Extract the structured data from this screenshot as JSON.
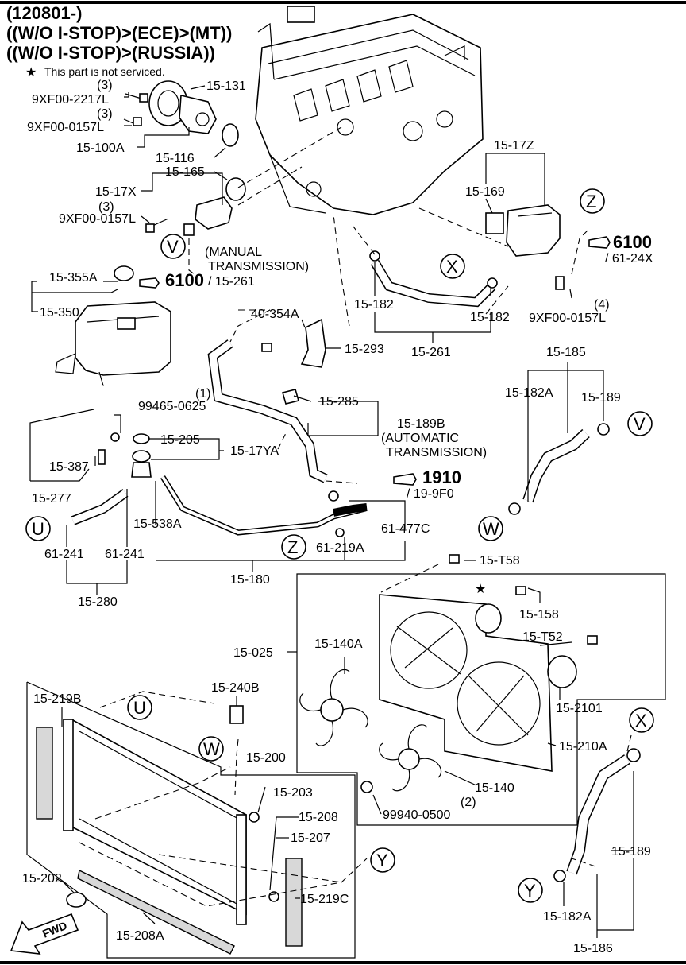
{
  "header": {
    "line1": "(120801-)",
    "line2": "((W/O I-STOP)>(ECE)>(MT))",
    "line3": "((W/O I-STOP)>(RUSSIA))",
    "note_star": "★",
    "note": "This part is not serviced."
  },
  "callouts": {
    "p15_131": "15-131",
    "q3a": "(3)",
    "p9xf_2217": "9XF00-2217L",
    "q3b": "(3)",
    "p9xf_0157a": "9XF00-0157L",
    "p15_100a": "15-100A",
    "p15_116": "15-116",
    "p15_165": "15-165",
    "p15_17x": "15-17X",
    "q3c": "(3)",
    "p9xf_0157b": "9XF00-0157L",
    "manual1": "(MANUAL",
    "manual2": "TRANSMISSION)",
    "p6100a": "6100",
    "p15_261a": "/ 15-261",
    "p15_355a": "15-355A",
    "p15_350": "15-350",
    "p15_17z": "15-17Z",
    "p15_169": "15-169",
    "p6100b": "6100",
    "p61_24x": "/ 61-24X",
    "q4": "(4)",
    "p9xf_0157c": "9XF00-0157L",
    "p15_182a": "15-182",
    "p15_182b": "15-182",
    "p15_261b": "15-261",
    "p40_354a": "40-354A",
    "p15_293": "15-293",
    "p15_185": "15-185",
    "p15_182a1": "15-182A",
    "p15_189a": "15-189",
    "p15_285": "15-285",
    "p15_189b": "15-189B",
    "auto1": "(AUTOMATIC",
    "auto2": "TRANSMISSION)",
    "q1": "(1)",
    "p99465": "99465-0625",
    "p15_205": "15-205",
    "p15_17ya": "15-17YA",
    "p15_387": "15-387",
    "p15_277": "15-277",
    "p1910": "1910",
    "p19_9f0": "/ 19-9F0",
    "p15_538a": "15-538A",
    "p61_477c": "61-477C",
    "p61_241a": "61-241",
    "p61_241b": "61-241",
    "p61_219a": "61-219A",
    "p15_180": "15-180",
    "p15_280": "15-280",
    "p15_t58": "15-T58",
    "star2": "★",
    "p15_158": "15-158",
    "p15_t52": "15-T52",
    "p15_025": "15-025",
    "p15_140a": "15-140A",
    "p15_2101": "15-2101",
    "p15_210a": "15-210A",
    "p15_140": "15-140",
    "q2": "(2)",
    "p99940": "99940-0500",
    "p15_219b": "15-219B",
    "p15_240b": "15-240B",
    "p15_200": "15-200",
    "p15_203": "15-203",
    "p15_208": "15-208",
    "p15_207": "15-207",
    "p15_202": "15-202",
    "p15_219c": "15-219C",
    "p15_208a": "15-208A",
    "p15_189c": "15-189",
    "p15_182a2": "15-182A",
    "p15_186": "15-186",
    "fwd": "FWD"
  },
  "markers": {
    "v1": "V",
    "v2": "V",
    "x1": "X",
    "x2": "X",
    "z1": "Z",
    "z2": "Z",
    "u1": "U",
    "u2": "U",
    "w1": "W",
    "w2": "W",
    "y1": "Y",
    "y2": "Y"
  }
}
